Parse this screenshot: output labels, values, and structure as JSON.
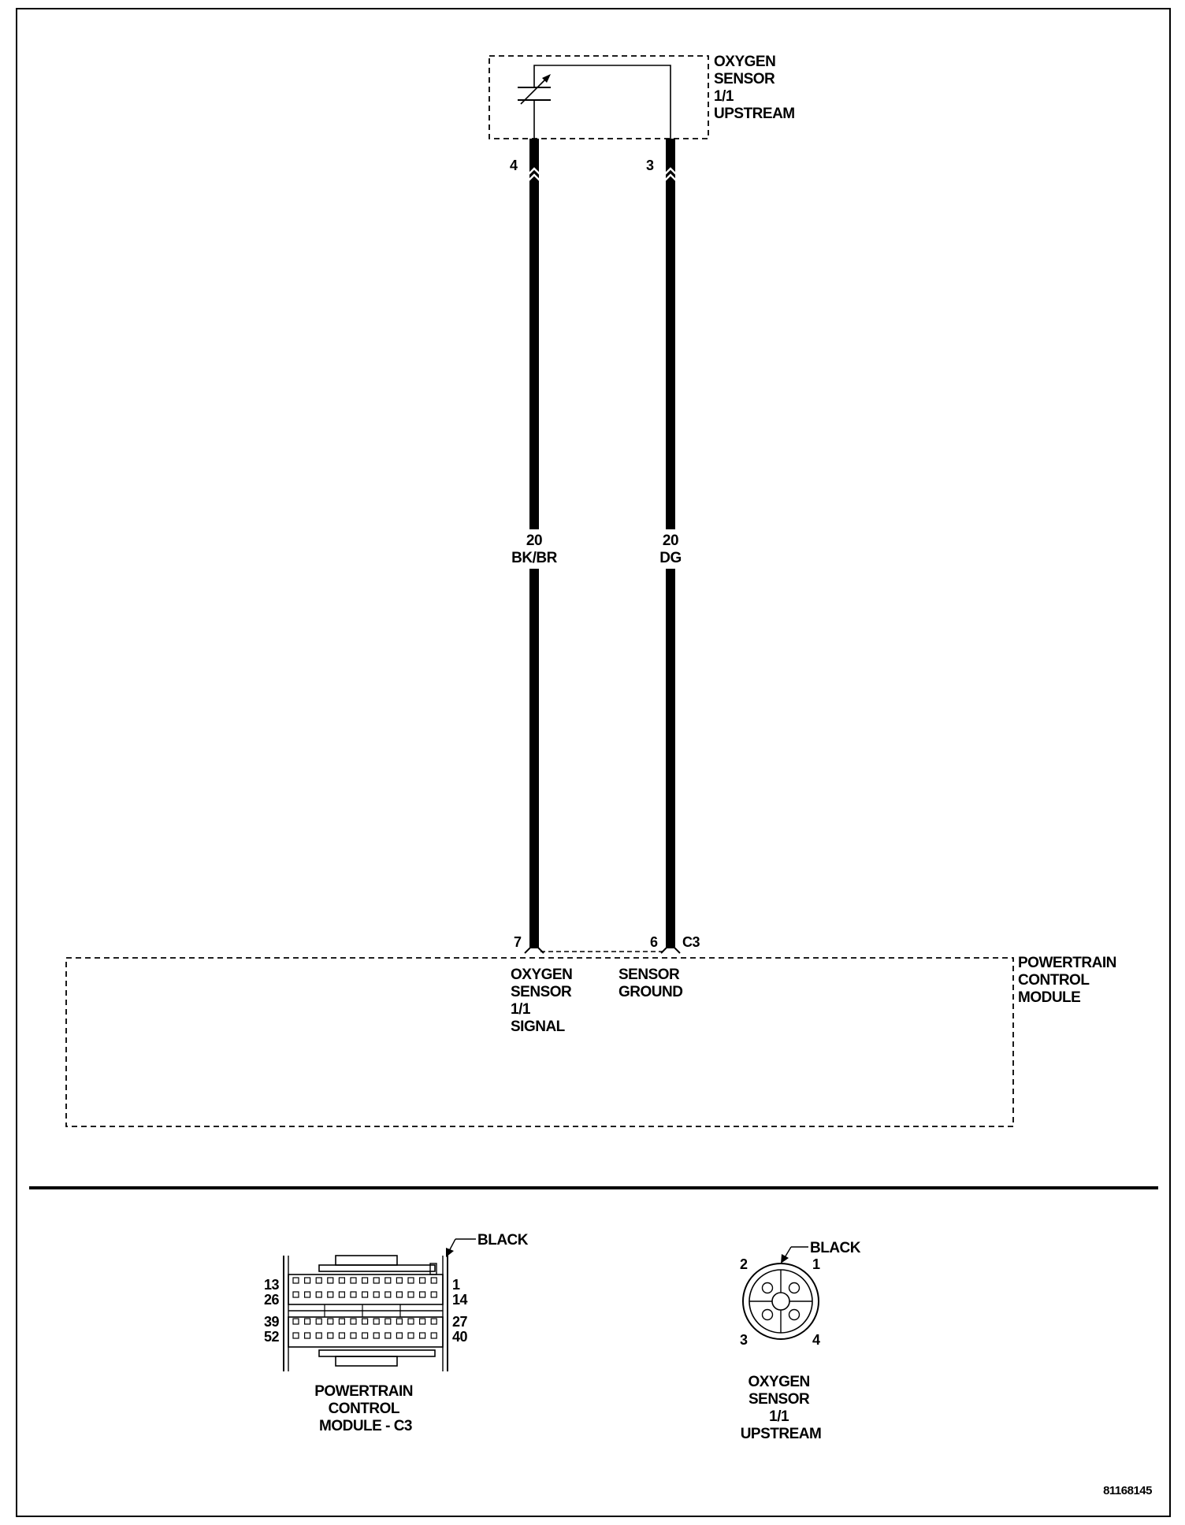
{
  "sensor": {
    "label_lines": [
      "OXYGEN",
      "SENSOR",
      "1/1",
      "UPSTREAM"
    ],
    "pin_left": "4",
    "pin_right": "3"
  },
  "wires": {
    "signal": {
      "gauge": "20",
      "color": "BK/BR"
    },
    "ground": {
      "gauge": "20",
      "color": "DG"
    }
  },
  "pcm": {
    "pin_signal": "7",
    "pin_ground": "6",
    "connector": "C3",
    "signal_label_lines": [
      "OXYGEN",
      "SENSOR",
      "1/1",
      "SIGNAL"
    ],
    "ground_label_lines": [
      "SENSOR",
      "GROUND"
    ],
    "module_label_lines": [
      "POWERTRAIN",
      "CONTROL",
      "MODULE"
    ]
  },
  "pcm_connector": {
    "color_callout": "BLACK",
    "row_pins": {
      "r1_left": "13",
      "r1_right": "1",
      "r2_left": "26",
      "r2_right": "14",
      "r3_left": "39",
      "r3_right": "27",
      "r4_left": "52",
      "r4_right": "40"
    },
    "caption_lines": [
      "POWERTRAIN",
      "CONTROL",
      "MODULE - C3"
    ]
  },
  "o2_connector": {
    "color_callout": "BLACK",
    "pins": {
      "top_left": "2",
      "top_right": "1",
      "bottom_left": "3",
      "bottom_right": "4"
    },
    "caption_lines": [
      "OXYGEN",
      "SENSOR",
      "1/1",
      "UPSTREAM"
    ]
  },
  "figure_id": "81168145"
}
